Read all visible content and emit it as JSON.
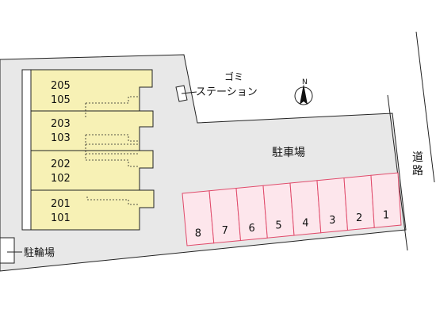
{
  "units": [
    {
      "top": "205",
      "bottom": "105"
    },
    {
      "top": "203",
      "bottom": "103"
    },
    {
      "top": "202",
      "bottom": "102"
    },
    {
      "top": "201",
      "bottom": "101"
    }
  ],
  "labels": {
    "garbage_line1": "ゴミ",
    "garbage_line2": "ステーション",
    "parking": "駐車場",
    "bicycle": "駐輪場",
    "road": "道路",
    "north": "N"
  },
  "parking_spaces": [
    "8",
    "7",
    "6",
    "5",
    "4",
    "3",
    "2",
    "1"
  ],
  "colors": {
    "building_fill": "#f7f1b5",
    "parking_fill": "#fde6ec",
    "parking_stroke": "#e04a6a",
    "lot_fill": "#e8e8e8",
    "outline": "#222222"
  }
}
